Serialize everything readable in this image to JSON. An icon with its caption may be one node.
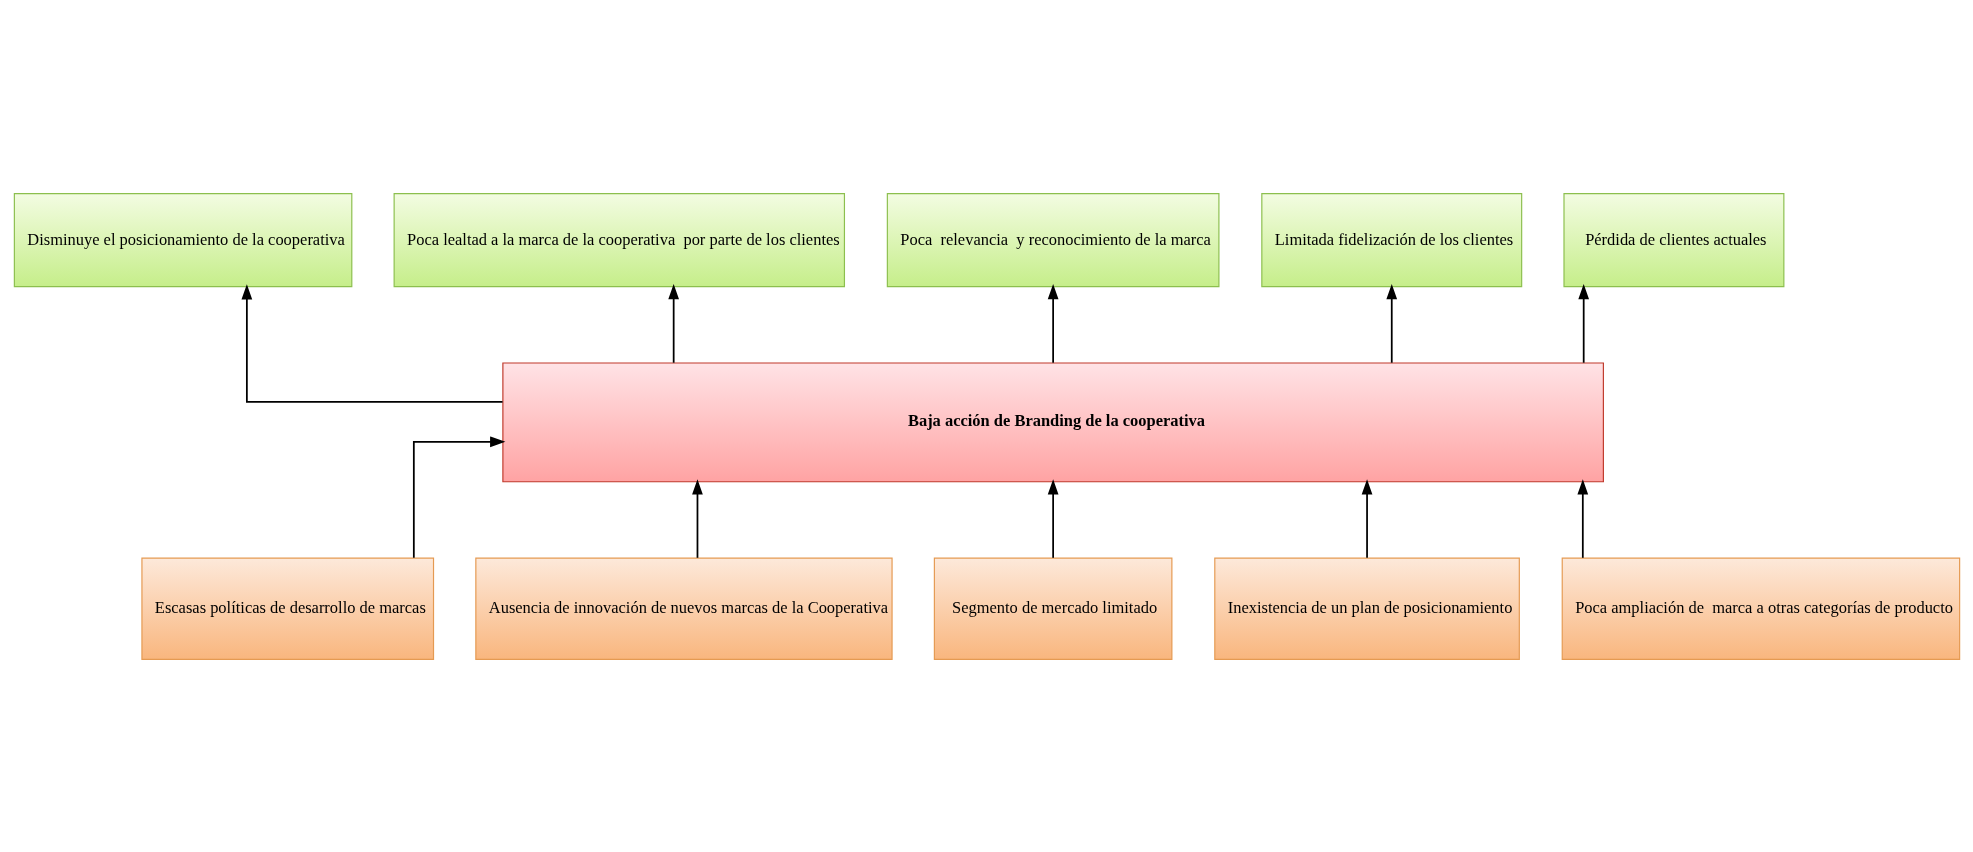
{
  "diagram": {
    "nodes": [
      {
        "text": [
          "Disminuye el posicionamiento de la cooperativa"
        ]
      },
      {
        "text": [
          "Poca lealtad a la marca de la cooperativa  por parte de los clientes"
        ]
      },
      {
        "text": [
          "Poca  relevancia  y reconocimiento de la marca"
        ]
      },
      {
        "text": [
          "Limitada fidelización de los clientes"
        ]
      },
      {
        "text": [
          "Pérdida de clientes actuales"
        ]
      },
      {
        "text": [
          "Baja acción de Branding de la cooperativa"
        ]
      },
      {
        "text": [
          "Escasas políticas de desarrollo de marcas"
        ]
      },
      {
        "text": [
          "Ausencia de innovación de nuevos marcas de la Cooperativa"
        ]
      },
      {
        "text": [
          "Segmento de mercado limitado"
        ]
      },
      {
        "text": [
          "Inexistencia de un plan de posicionamiento"
        ]
      },
      {
        "text": [
          "Poca ampliación de  marca a otras categorías de producto"
        ]
      }
    ],
    "edges": [
      {
        "from": 5,
        "to": 0,
        "arrow": "to"
      },
      {
        "from": 5,
        "to": 1,
        "arrow": "to"
      },
      {
        "from": 5,
        "to": 2,
        "arrow": "to"
      },
      {
        "from": 5,
        "to": 3,
        "arrow": "to"
      },
      {
        "from": 5,
        "to": 4,
        "arrow": "to"
      },
      {
        "from": 6,
        "to": 5,
        "arrow": "to"
      },
      {
        "from": 7,
        "to": 5,
        "arrow": "to"
      },
      {
        "from": 8,
        "to": 5,
        "arrow": "to"
      },
      {
        "from": 9,
        "to": 5,
        "arrow": "to"
      },
      {
        "from": 10,
        "to": 5,
        "arrow": "to"
      }
    ]
  }
}
